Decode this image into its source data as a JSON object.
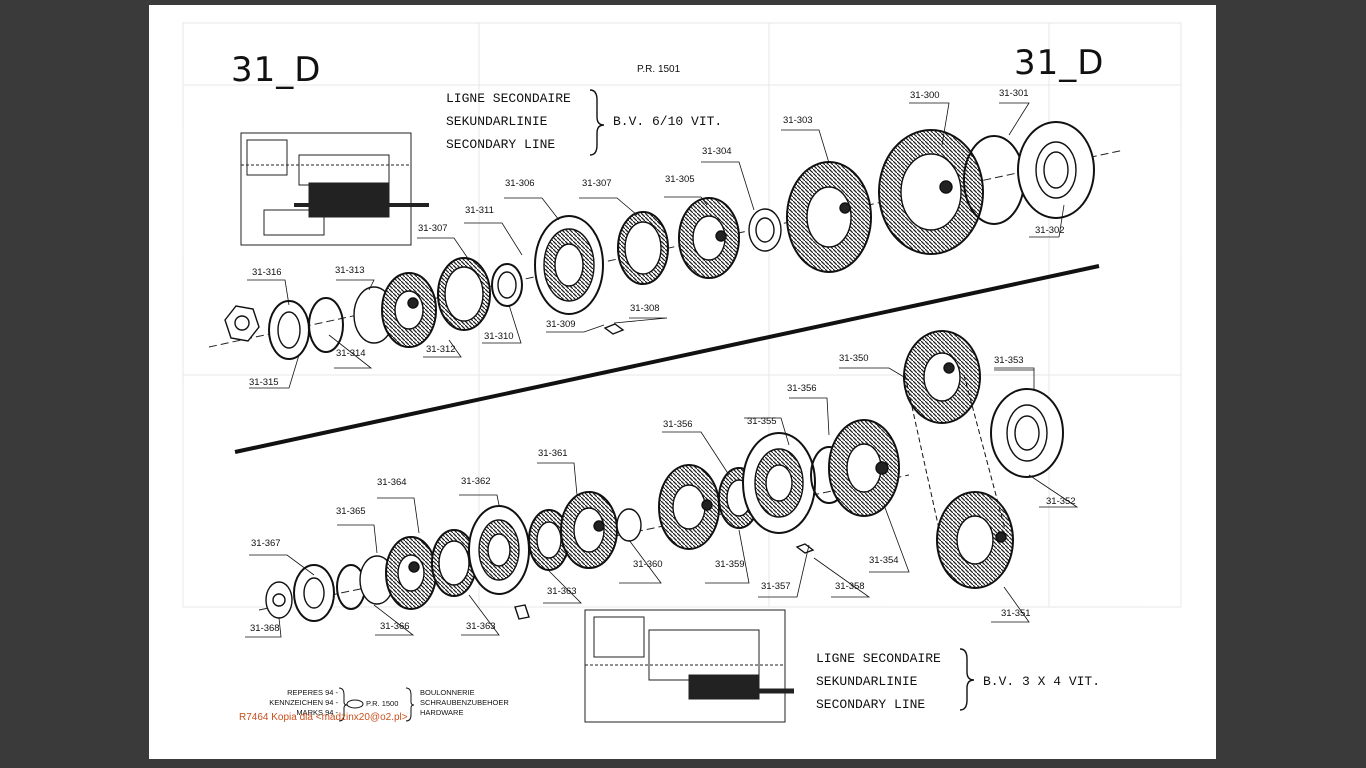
{
  "page": {
    "title_left": "31_D",
    "title_right": "31_D",
    "reference": "P.R. 1501"
  },
  "upper_group": {
    "lines": [
      "LIGNE SECONDAIRE",
      "SEKUNDARLINIE",
      "SECONDARY LINE"
    ],
    "gearbox": "B.V. 6/10 VIT."
  },
  "lower_group": {
    "lines": [
      "LIGNE SECONDAIRE",
      "SEKUNDARLINIE",
      "SECONDARY LINE"
    ],
    "gearbox": "B.V. 3 X 4 VIT."
  },
  "part_labels": [
    "31-300",
    "31-301",
    "31-302",
    "31-303",
    "31-304",
    "31-305",
    "31-306",
    "31-307",
    "31-307",
    "31-308",
    "31-309",
    "31-310",
    "31-311",
    "31-312",
    "31-313",
    "31-314",
    "31-315",
    "31-316",
    "31-350",
    "31-351",
    "31-352",
    "31-353",
    "31-354",
    "31-355",
    "31-356",
    "31-356",
    "31-357",
    "31-358",
    "31-359",
    "31-360",
    "31-361",
    "31-362",
    "31-363",
    "31-363",
    "31-364",
    "31-365",
    "31-366",
    "31-367",
    "31-368"
  ],
  "legend": {
    "rows": [
      "REPERES 94 -",
      "KENNZEICHEN 94 -",
      "MARKS 94 -"
    ],
    "ref": "P.R. 1500",
    "hardware": [
      "BOULONNERIE",
      "SCHRAUBENZUBEHOER",
      "HARDWARE"
    ]
  },
  "watermark": "R7464 Kopia dla <madzinx20@o2.pl>"
}
